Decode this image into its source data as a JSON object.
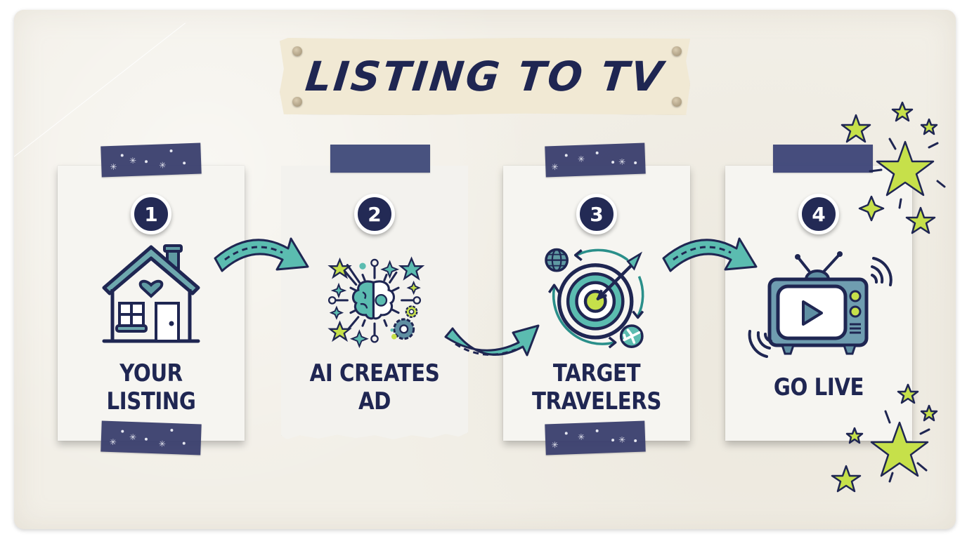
{
  "title": "LISTING TO TV",
  "colors": {
    "navy": "#1f2652",
    "teal": "#5bbcb0",
    "slate_blue": "#5f8fa3",
    "lime": "#c6e04a",
    "paper": "#f6f5f1",
    "board": "#f2efe7",
    "banner": "#f1e9d4",
    "tape": "#3a3f6e"
  },
  "steps": [
    {
      "number": "1",
      "label_line1": "YOUR",
      "label_line2": "LISTING",
      "icon": "house-icon"
    },
    {
      "number": "2",
      "label_line1": "AI CREATES",
      "label_line2": "AD",
      "icon": "brain-gears-icon"
    },
    {
      "number": "3",
      "label_line1": "TARGET",
      "label_line2": "TRAVELERS",
      "icon": "target-globe-plane-icon"
    },
    {
      "number": "4",
      "label_line1": "GO LIVE",
      "label_line2": "",
      "icon": "tv-play-icon"
    }
  ],
  "connectors": [
    {
      "from": "1",
      "to": "2",
      "icon": "curved-arrow-icon"
    },
    {
      "from": "2",
      "to": "3",
      "icon": "curved-arrow-icon"
    },
    {
      "from": "3",
      "to": "4",
      "icon": "curved-arrow-icon"
    }
  ]
}
